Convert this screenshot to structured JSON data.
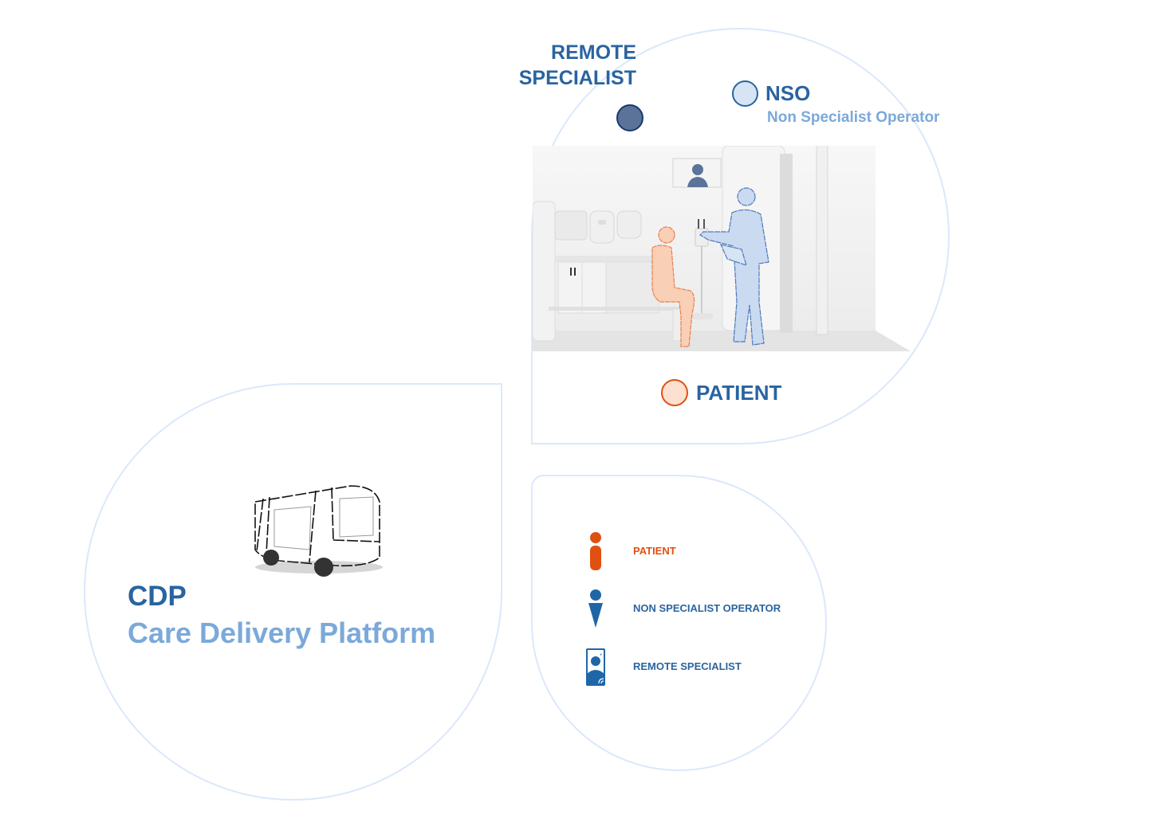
{
  "colors": {
    "dark_blue": "#2a64a0",
    "light_blue": "#7ba9d9",
    "orange": "#e05012",
    "outline": "#dbe8fb",
    "specialist_dot": "#5b7398",
    "nso_dot": "#d7e4f4",
    "patient_dot": "#fce0d0"
  },
  "room": {
    "remote_specialist_line1": "REMOTE",
    "remote_specialist_line2": "SPECIALIST",
    "nso_title": "NSO",
    "nso_subtitle": "Non Specialist Operator",
    "patient_label": "PATIENT",
    "scene_image": "clinic-room-illustration"
  },
  "cdp": {
    "title": "CDP",
    "subtitle": "Care Delivery Platform",
    "image": "autonomous-vehicle-sketch"
  },
  "legend": {
    "items": [
      {
        "icon": "patient-icon",
        "label": "PATIENT"
      },
      {
        "icon": "operator-icon",
        "label": "NON SPECIALIST OPERATOR"
      },
      {
        "icon": "remote-specialist-icon",
        "label": "REMOTE SPECIALIST"
      }
    ]
  }
}
